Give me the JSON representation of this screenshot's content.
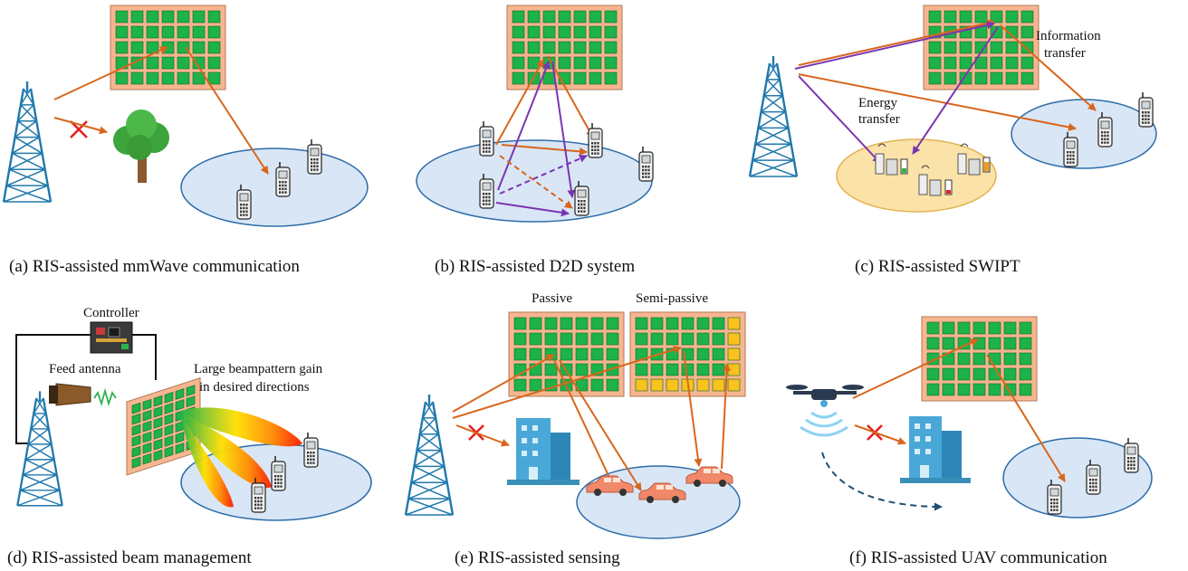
{
  "panels": {
    "a": {
      "caption": "(a) RIS-assisted mmWave communication"
    },
    "b": {
      "caption": "(b) RIS-assisted D2D system"
    },
    "c": {
      "caption": "(c) RIS-assisted SWIPT",
      "info_label_1": "Information",
      "info_label_2": "transfer",
      "energy_label_1": "Energy",
      "energy_label_2": "transfer"
    },
    "d": {
      "caption": "(d) RIS-assisted beam management",
      "controller_label": "Controller",
      "feed_label": "Feed antenna",
      "gain_label_1": "Large beampattern gain",
      "gain_label_2": "in desired directions"
    },
    "e": {
      "caption": "(e) RIS-assisted sensing",
      "passive_label": "Passive",
      "semi_passive_label": "Semi-passive"
    },
    "f": {
      "caption": "(f) RIS-assisted UAV communication"
    }
  },
  "colors": {
    "ris_panel": "#f7b68f",
    "ris_element": "#1db24a",
    "ris_sensor": "#f9c21c",
    "tower": "#2079ac",
    "signal_arrow": "#d8661c",
    "energy_arrow": "#7a36b1",
    "coverage_fill": "#d9e6f6",
    "coverage_stroke": "#2d6da8",
    "energy_zone_fill": "#fbe2a8",
    "energy_zone_stroke": "#e2b24e",
    "block_cross": "#e81f1f",
    "car": "#f0896a",
    "building": "#4aa8d8"
  }
}
